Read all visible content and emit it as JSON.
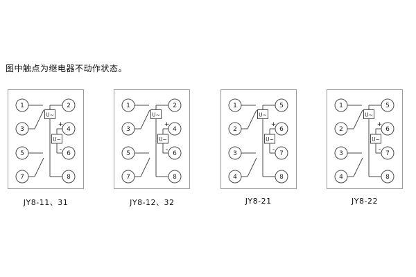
{
  "note": "图中触点为继电器不动作状态。",
  "colors": {
    "line": "#4a4a4a",
    "outline": "#999999",
    "text": "#1a1a1a"
  },
  "diagrams": [
    {
      "model": "jy8-11-31",
      "label": "JY8-11、31",
      "left_terminals": [
        "1",
        "3",
        "5",
        "7"
      ],
      "right_terminals": [
        "2",
        "4",
        "6",
        "8"
      ],
      "supply_label": "U~",
      "coil_label": "U~",
      "plus_label": "+",
      "minus_label": "-"
    },
    {
      "model": "jy8-12-32",
      "label": "JY8-12、32",
      "left_terminals": [
        "1",
        "3",
        "5",
        "7"
      ],
      "right_terminals": [
        "2",
        "4",
        "6",
        "8"
      ],
      "supply_label": "U~",
      "coil_label": "U~",
      "plus_label": "+",
      "minus_label": "-"
    },
    {
      "model": "jy8-21",
      "label": "JY8-21",
      "left_terminals": [
        "1",
        "2",
        "3",
        "4"
      ],
      "right_terminals": [
        "5",
        "6",
        "7",
        "8"
      ],
      "supply_label": "U~",
      "coil_label": "U~",
      "plus_label": "+",
      "minus_label": "-"
    },
    {
      "model": "jy8-22",
      "label": "JY8-22",
      "left_terminals": [
        "1",
        "2",
        "3",
        "4"
      ],
      "right_terminals": [
        "5",
        "6",
        "7",
        "8"
      ],
      "supply_label": "U~",
      "coil_label": "U~",
      "plus_label": "+",
      "minus_label": "-"
    }
  ]
}
